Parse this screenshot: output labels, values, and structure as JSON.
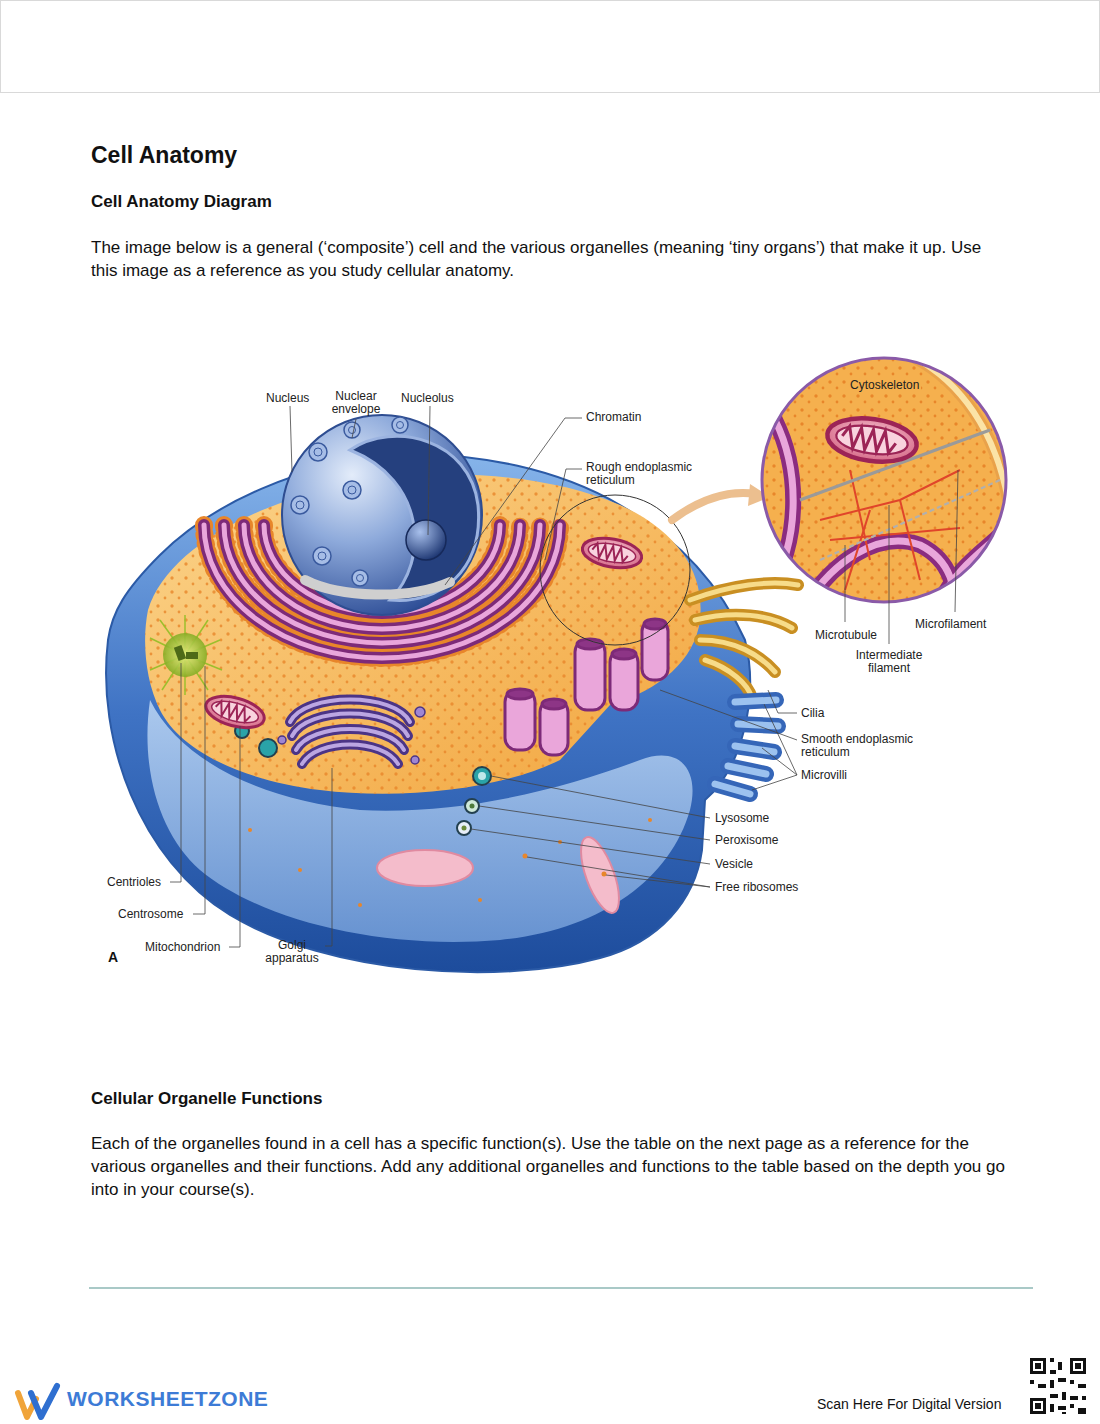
{
  "diagram": {
    "title": "Cell Anatomy",
    "labels": [
      "Cell Anatomy Diagram",
      "The image below is a general (‘composite’) cell and the various organelles (meaning ‘tiny organs’) that make it up. Use this image as a reference as you study cellular anatomy.",
      "Nucleus",
      "Nuclear envelope",
      "Nucleolus",
      "Chromatin",
      "Rough endoplasmic reticulum",
      "Cytoskeleton",
      "Microtubule",
      "Intermediate filament",
      "Microfilament",
      "Cilia",
      "Smooth endoplasmic reticulum",
      "Microvilli",
      "Lysosome",
      "Peroxisome",
      "Vesicle",
      "Free ribosomes",
      "Centrioles",
      "Centrosome",
      "Mitochondrion",
      "Golgi apparatus",
      "A",
      "Cellular Organelle Functions",
      "Each of the organelles found in a cell has a specific function(s). Use the table on the next page as a reference for the various organelles and their functions. Add any additional organelles and functions to the table based on the depth you go into in your course(s).",
      "WORKSHEETZONE",
      "Scan Here For Digital Version"
    ]
  }
}
